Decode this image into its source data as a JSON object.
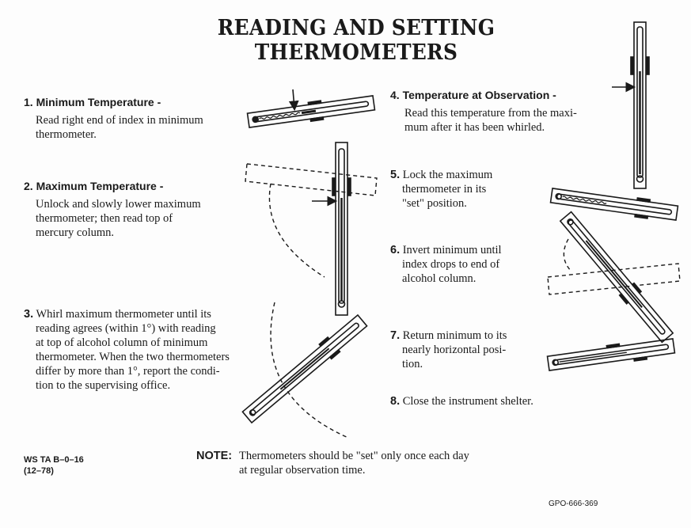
{
  "title": "READING AND SETTING THERMOMETERS",
  "steps": [
    {
      "num": "1.",
      "heading": "Minimum Temperature -",
      "lines": [
        "Read right end of index in minimum",
        "thermometer."
      ]
    },
    {
      "num": "2.",
      "heading": "Maximum Temperature -",
      "lines": [
        "Unlock and slowly lower maximum",
        "thermometer; then read top of",
        "mercury column."
      ]
    },
    {
      "num": "3.",
      "lines": [
        "Whirl maximum thermometer until its",
        "reading agrees (within 1°) with reading",
        "at top of alcohol column of minimum",
        "thermometer.  When the two thermometers",
        "differ by more than 1°, report the condi-",
        "tion to the supervising office."
      ]
    },
    {
      "num": "4.",
      "heading": "Temperature at Observation -",
      "lines": [
        "Read this temperature from the maxi-",
        "mum after it has been whirled."
      ]
    },
    {
      "num": "5.",
      "lines": [
        "Lock the maximum",
        "thermometer in its",
        "\"set\" position."
      ]
    },
    {
      "num": "6.",
      "lines": [
        "Invert minimum until",
        "index drops to end of",
        "alcohol column."
      ]
    },
    {
      "num": "7.",
      "lines": [
        "Return minimum to its",
        "nearly horizontal posi-",
        "tion."
      ]
    },
    {
      "num": "8.",
      "lines": [
        "Close the instrument shelter."
      ]
    }
  ],
  "form_code": [
    "WS TA B–0–16",
    "(12–78)"
  ],
  "note": {
    "label": "NOTE:",
    "lines": [
      "Thermometers should be \"set\" only once each day",
      "at regular observation time."
    ]
  },
  "printer_code": "GPO-666-369"
}
